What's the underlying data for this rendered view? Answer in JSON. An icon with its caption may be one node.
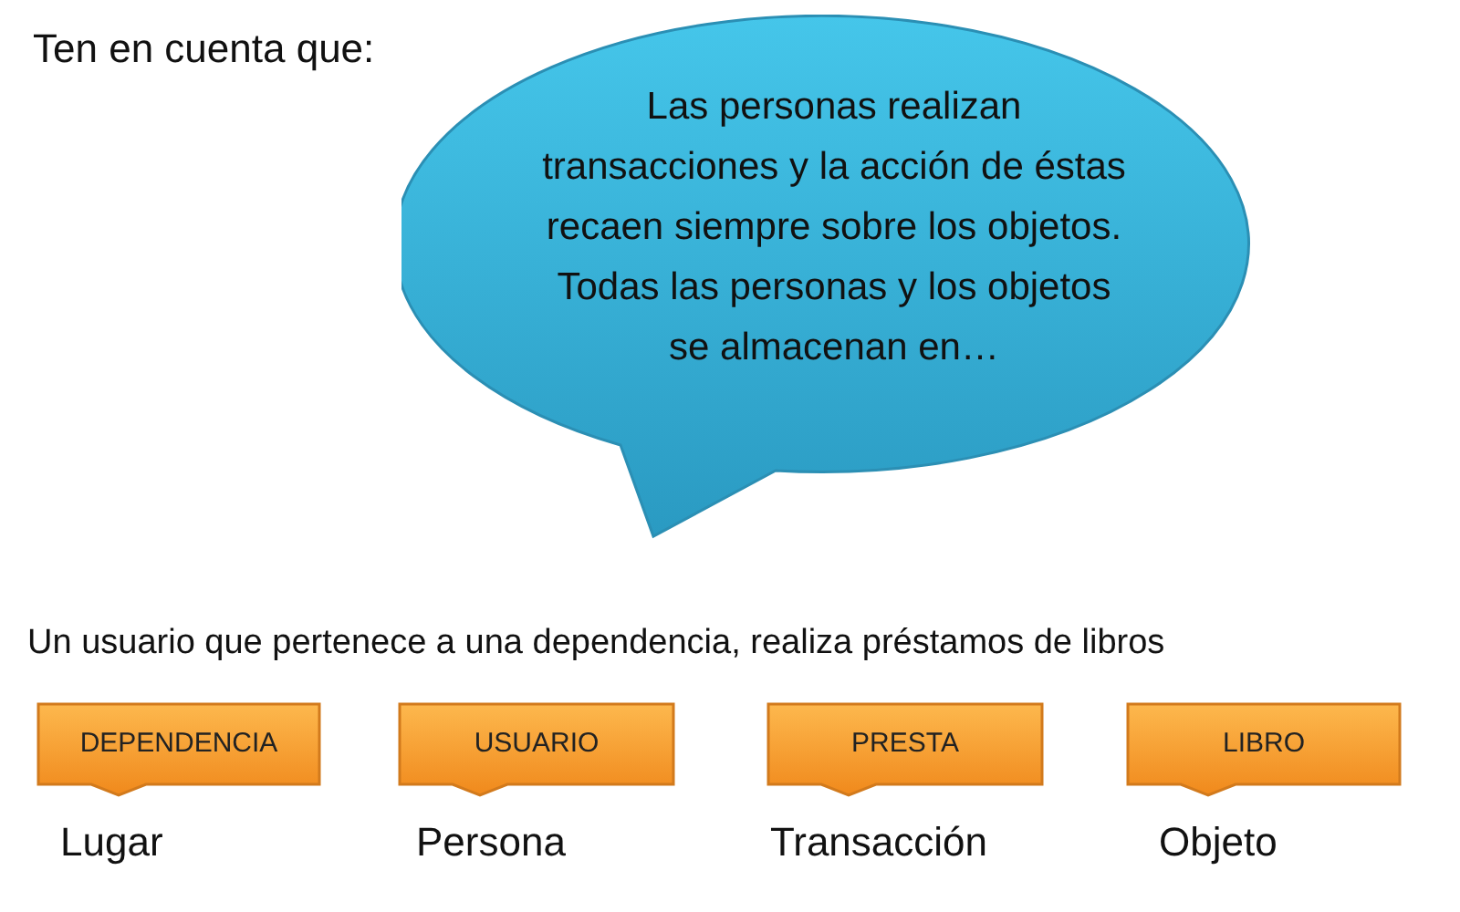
{
  "diagram": {
    "title": "Ten en cuenta que:",
    "nodes": [
      {
        "text": [
          "Las personas realizan transacciones y la acción de éstas recaen siempre sobre los objetos. Todas las personas y los objetos se almacenan en…"
        ]
      },
      {
        "text": [
          "DEPENDENCIA"
        ],
        "beside": [
          "Lugar"
        ]
      },
      {
        "text": [
          "USUARIO"
        ],
        "beside": [
          "Persona"
        ]
      },
      {
        "text": [
          "PRESTA"
        ],
        "beside": [
          "Transacción"
        ]
      },
      {
        "text": [
          "LIBRO"
        ],
        "beside": [
          "Objeto"
        ]
      }
    ],
    "edges": [],
    "labels": [
      "Un usuario que pertenece a una dependencia, realiza préstamos de libros"
    ]
  }
}
